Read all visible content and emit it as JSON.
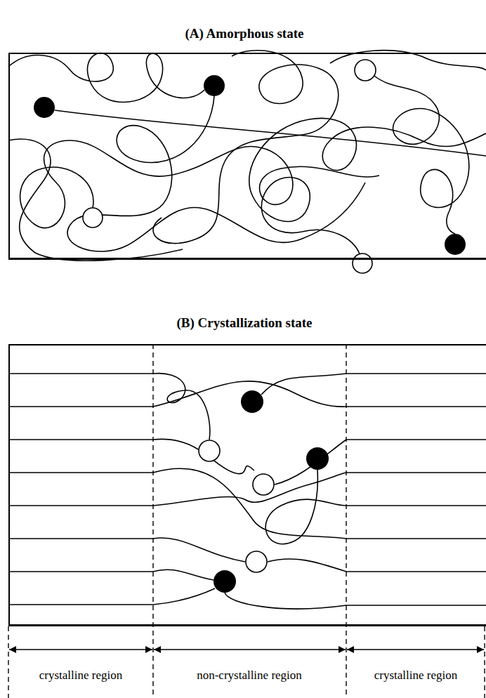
{
  "diagram": {
    "nodes": [
      {
        "text": [
          "(A) Amorphous state"
        ]
      },
      {
        "text": [
          "(B) Crystallization state"
        ]
      }
    ],
    "labels": [
      "crystalline region",
      "non-crystalline region",
      "crystalline region"
    ]
  }
}
